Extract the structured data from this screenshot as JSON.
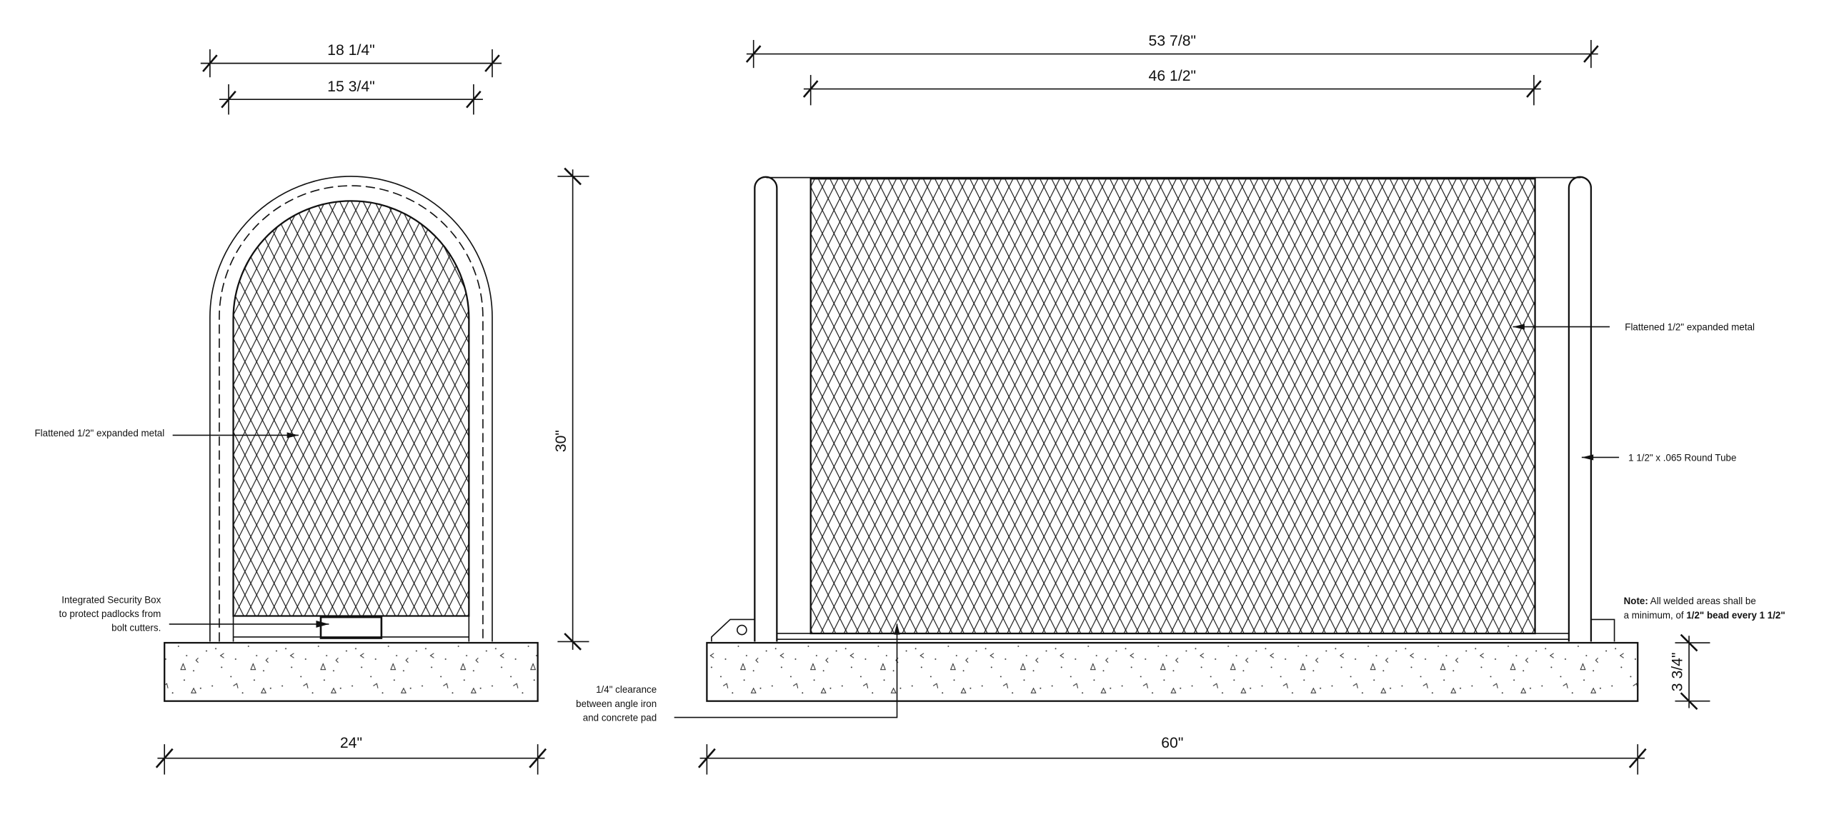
{
  "left_view": {
    "dims": {
      "outer_width": "18 1/4\"",
      "inner_width": "15 3/4\"",
      "height": "30\"",
      "pad_width": "24\""
    },
    "labels": {
      "mesh": "Flattened 1/2\" expanded metal",
      "security_box": [
        "Integrated Security Box",
        "to protect padlocks from",
        "bolt cutters."
      ]
    }
  },
  "right_view": {
    "dims": {
      "outer_width": "53 7/8\"",
      "inner_width": "46 1/2\"",
      "pad_width": "60\"",
      "pad_height": "3 3/4\""
    },
    "labels": {
      "mesh": "Flattened 1/2\" expanded metal",
      "tube": "1 1/2\" x .065 Round Tube",
      "clearance": [
        "1/4\" clearance",
        "between angle iron",
        "and concrete pad"
      ],
      "note_bold": "Note:",
      "note_line1": " All welded areas shall be",
      "note_line2": "a minimum, of ",
      "note_line2_bold": "1/2\" bead every 1 1/2\""
    }
  },
  "colors": {
    "line": "#111111",
    "background": "#ffffff"
  }
}
